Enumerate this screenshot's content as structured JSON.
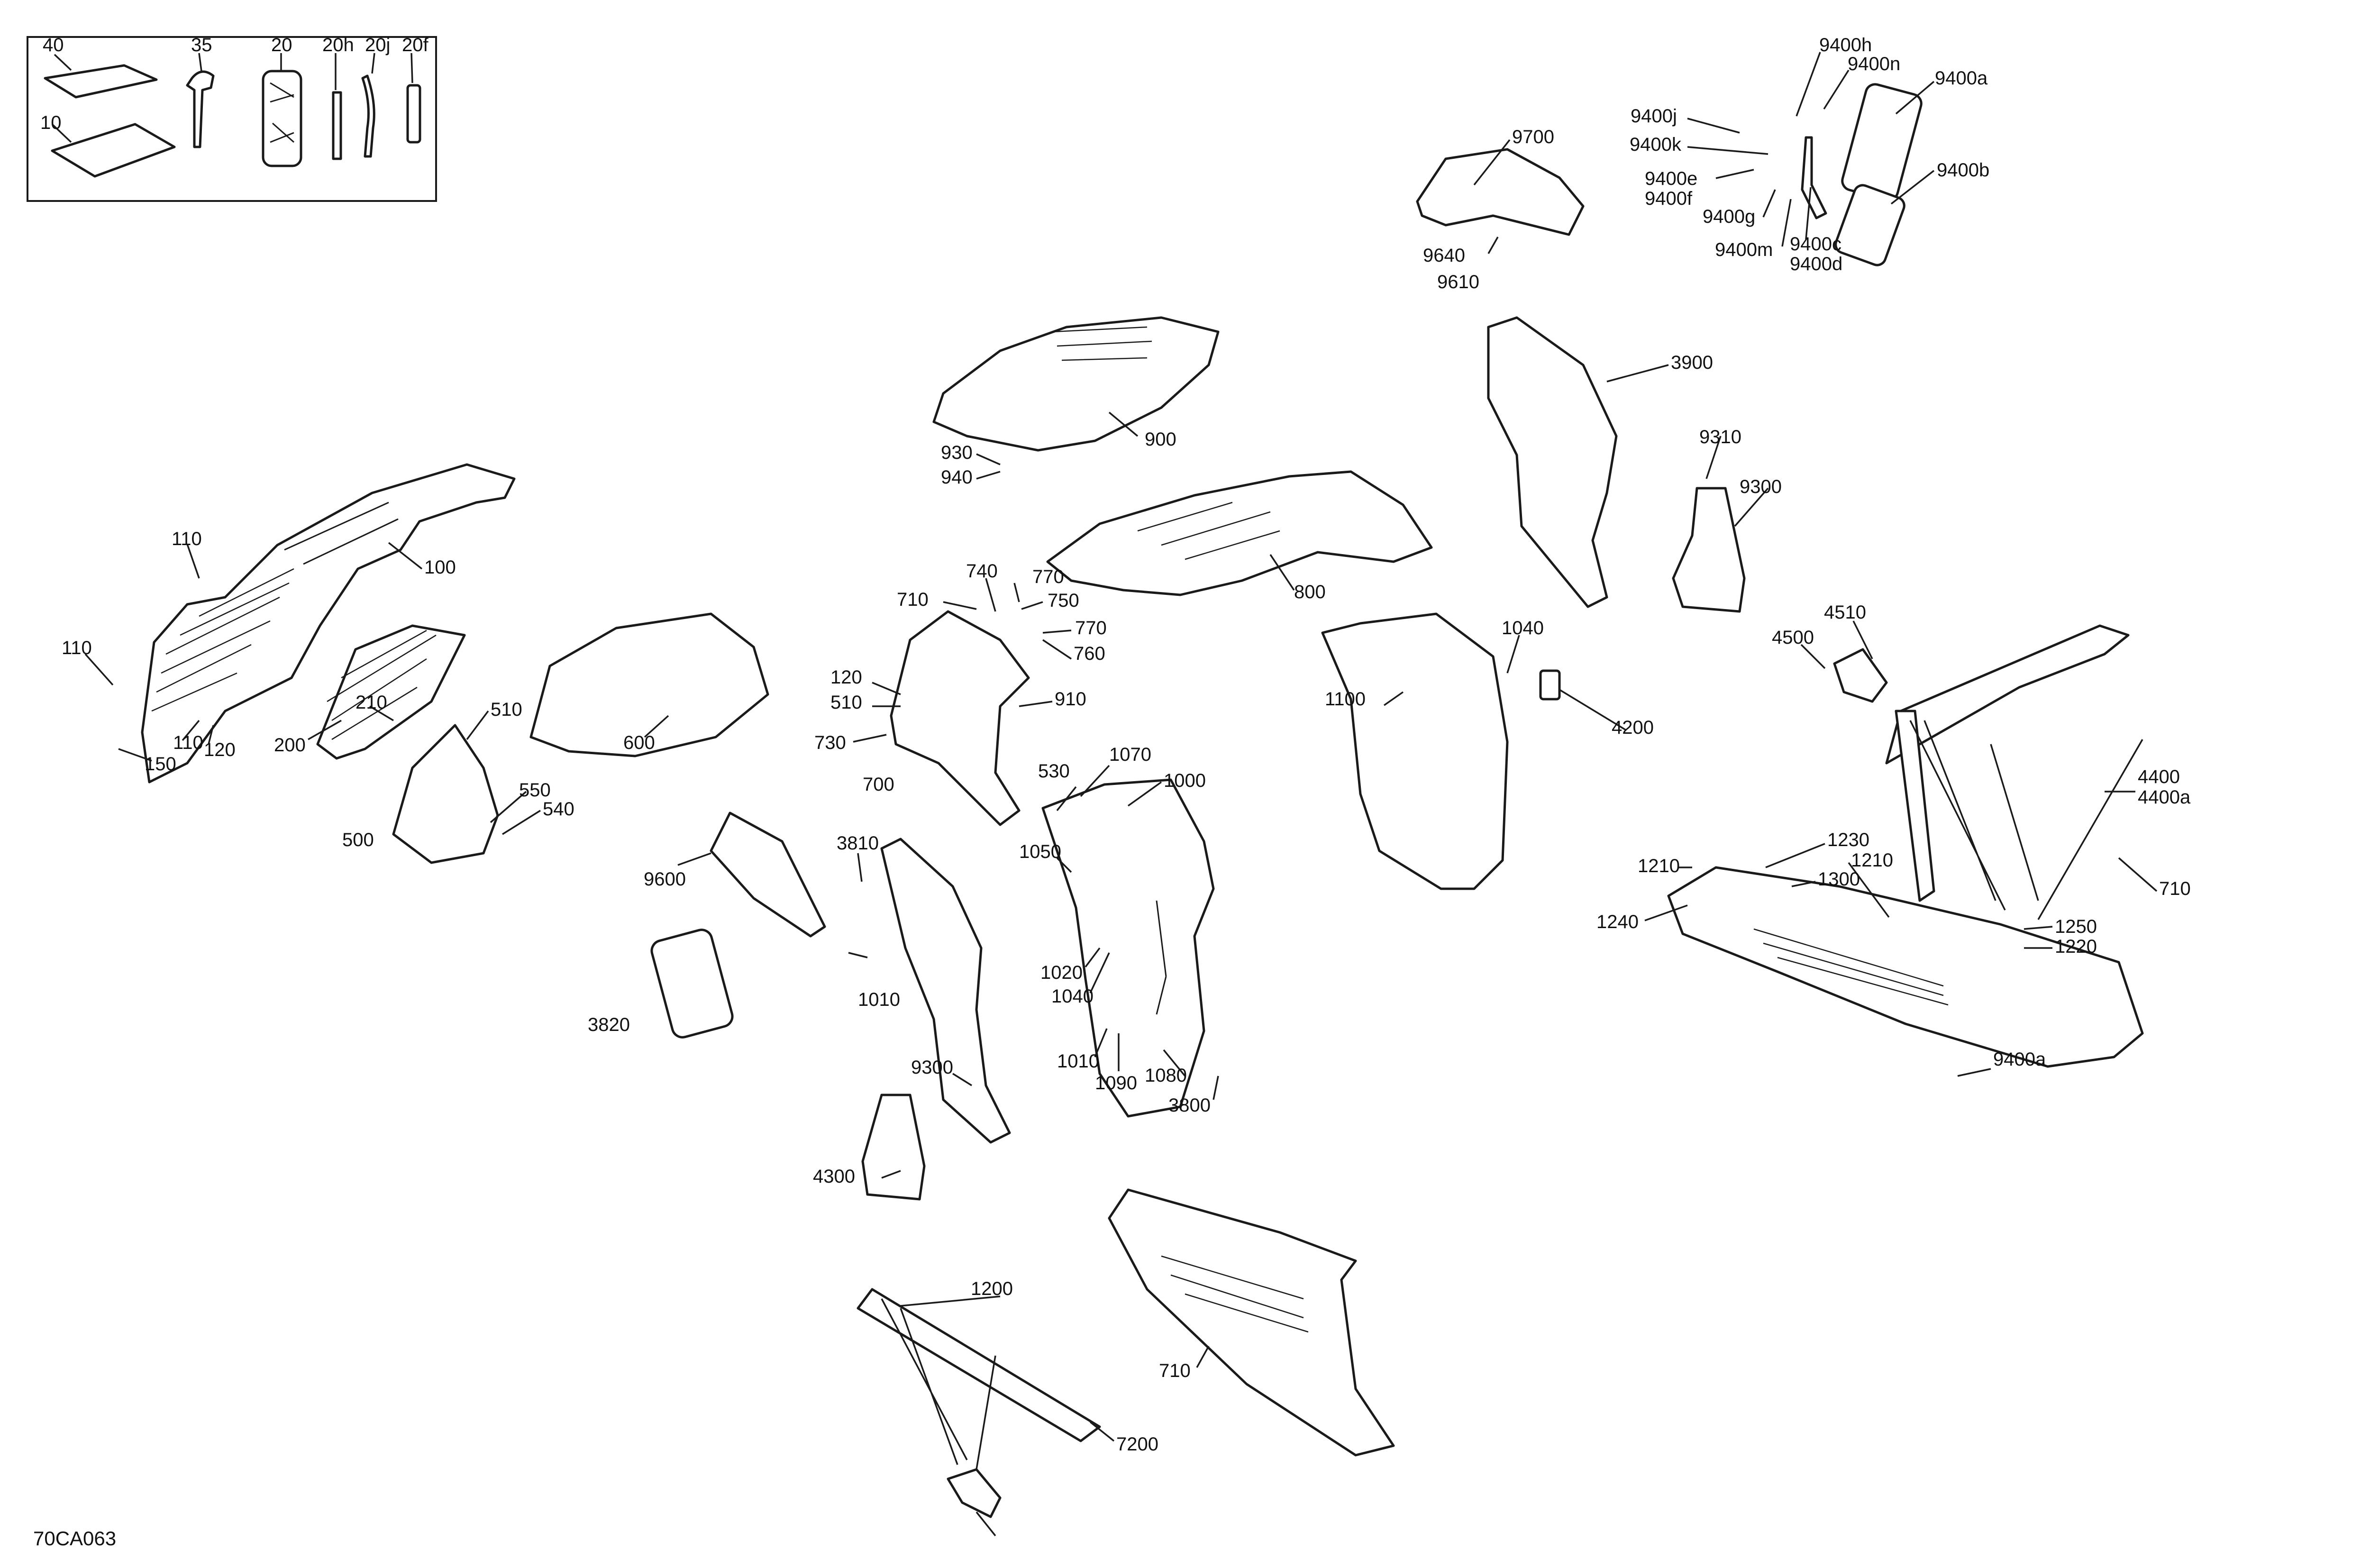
{
  "diagram": {
    "reference_code": "70CA063",
    "inset_labels": [
      "40",
      "35",
      "20",
      "20h",
      "20j",
      "20f",
      "10"
    ],
    "callouts": [
      "9400h",
      "9400n",
      "9400a",
      "9400j",
      "9400k",
      "9400e",
      "9400f",
      "9400g",
      "9400m",
      "9400c",
      "9400d",
      "9400b",
      "9700",
      "9640",
      "9610",
      "3900",
      "9310",
      "9300",
      "900",
      "930",
      "940",
      "110",
      "100",
      "110",
      "150",
      "110",
      "120",
      "200",
      "210",
      "510",
      "500",
      "550",
      "540",
      "600",
      "800",
      "740",
      "770",
      "710",
      "750",
      "770",
      "760",
      "120",
      "510",
      "910",
      "730",
      "700",
      "1040",
      "1100",
      "4200",
      "4510",
      "4500",
      "4400",
      "4400a",
      "710",
      "530",
      "1070",
      "1000",
      "1050",
      "3810",
      "9600",
      "1210",
      "1230",
      "1210",
      "1300",
      "1240",
      "1250",
      "1220",
      "9400a",
      "3820",
      "1010",
      "1020",
      "1040",
      "1010",
      "1090",
      "1080",
      "3800",
      "9300",
      "4300",
      "1200",
      "710",
      "7200"
    ]
  }
}
